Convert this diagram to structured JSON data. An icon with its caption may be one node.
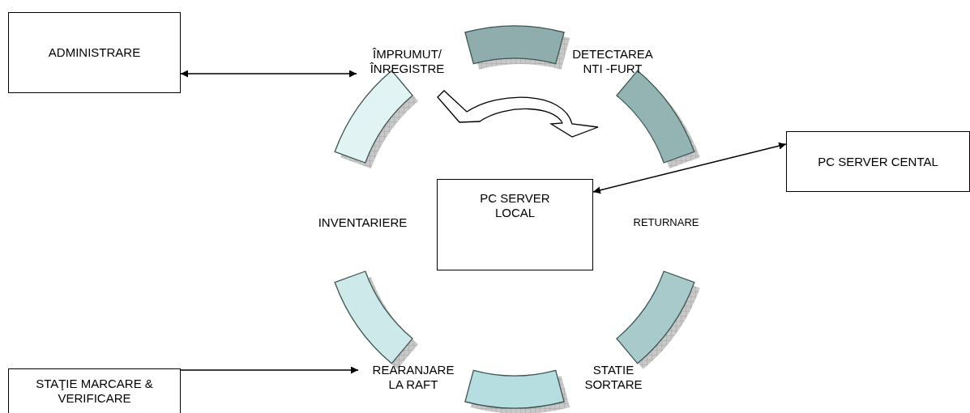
{
  "diagram": {
    "nodes": [
      {
        "text": [
          "ADMINISTRARE"
        ]
      },
      {
        "text": [
          "ÎMPRUMUT/ ÎNREGISTRE"
        ]
      },
      {
        "text": [
          "DETECTAREA NTI -FURT"
        ]
      },
      {
        "text": [
          "PC SERVER CENTAL"
        ]
      },
      {
        "text": [
          "PC SERVER LOCAL"
        ]
      },
      {
        "text": [
          "INVENTARIERE"
        ]
      },
      {
        "text": [
          "RETURNARE"
        ]
      },
      {
        "text": [
          "STAŢIE MARCARE & VERIFICARE"
        ]
      },
      {
        "text": [
          "REARANJARE LA RAFT"
        ]
      },
      {
        "text": [
          "STATIE SORTARE"
        ]
      }
    ],
    "edges": [
      {
        "from": 0,
        "to": 1,
        "arrow": "both"
      },
      {
        "from": 4,
        "to": 3,
        "arrow": "both"
      },
      {
        "from": 7,
        "to": 8,
        "arrow": "to"
      }
    ]
  }
}
